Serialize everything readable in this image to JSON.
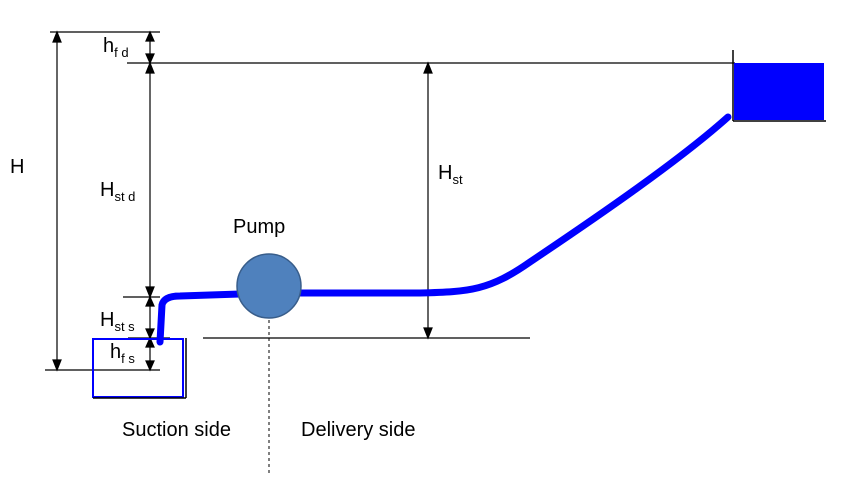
{
  "labels": {
    "H": "H",
    "hfd_main": "h",
    "hfd_sub": "f d",
    "Hstd_main": "H",
    "Hstd_sub": "st d",
    "Hsts_main": "H",
    "Hsts_sub": "st s",
    "hfs_main": "h",
    "hfs_sub": "f s",
    "Hst_main": "H",
    "Hst_sub": "st",
    "pump": "Pump",
    "suction": "Suction side",
    "delivery": "Delivery side"
  },
  "colors": {
    "pipe": "#0000ff",
    "tank_fill": "#0000ff",
    "pump_fill": "#4f81bd",
    "pump_stroke": "#385d8a",
    "line": "#000000"
  }
}
